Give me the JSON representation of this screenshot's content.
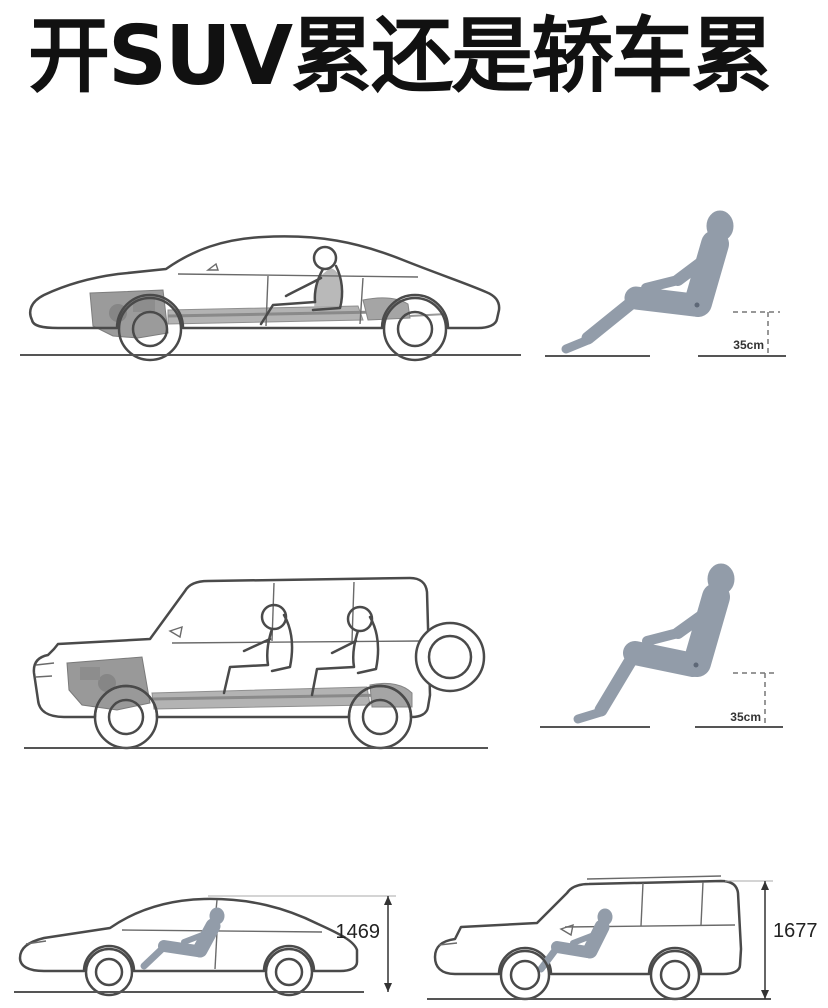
{
  "title": "开SUV累还是轿车累",
  "sedan_row": {
    "clearance_label": "35cm"
  },
  "suv_row": {
    "clearance_label": "35cm"
  },
  "comparison": {
    "sedan_height": "1469",
    "suv_height": "1677"
  },
  "colors": {
    "outline": "#4a4a4a",
    "chassis_fill": "#adadad",
    "engine_fill": "#9b9b9b",
    "figure_fill": "#929ca9",
    "title_color": "#111111"
  }
}
